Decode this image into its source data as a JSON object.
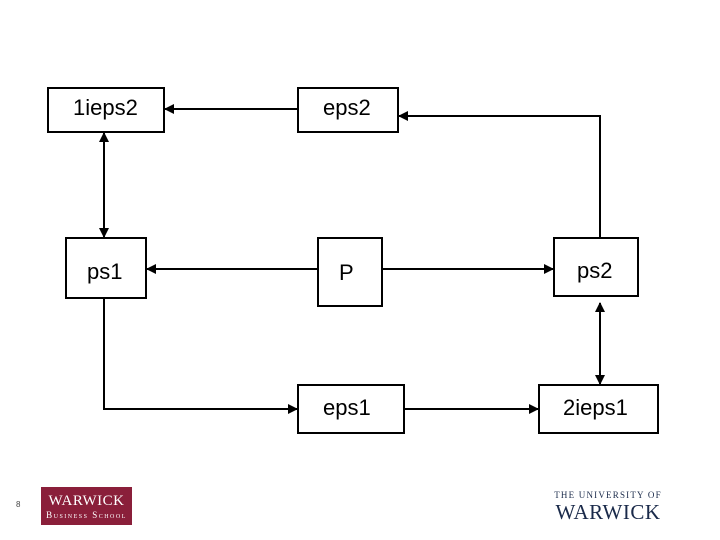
{
  "nodes": {
    "n1ieps2": "1ieps2",
    "eps2": "eps2",
    "ps1": "ps1",
    "P": "P",
    "ps2": "ps2",
    "eps1": "eps1",
    "n2ieps1": "2ieps1"
  },
  "footer": {
    "page_number": "8",
    "wbs_logo_line1": "WARWICK",
    "wbs_logo_line2": "Business School",
    "uow_logo_line1": "THE UNIVERSITY OF",
    "uow_logo_line2": "WARWICK"
  },
  "colors": {
    "wbs_logo_bg": "#8a1f3a",
    "uow_logo_text": "#1a2a4a"
  }
}
